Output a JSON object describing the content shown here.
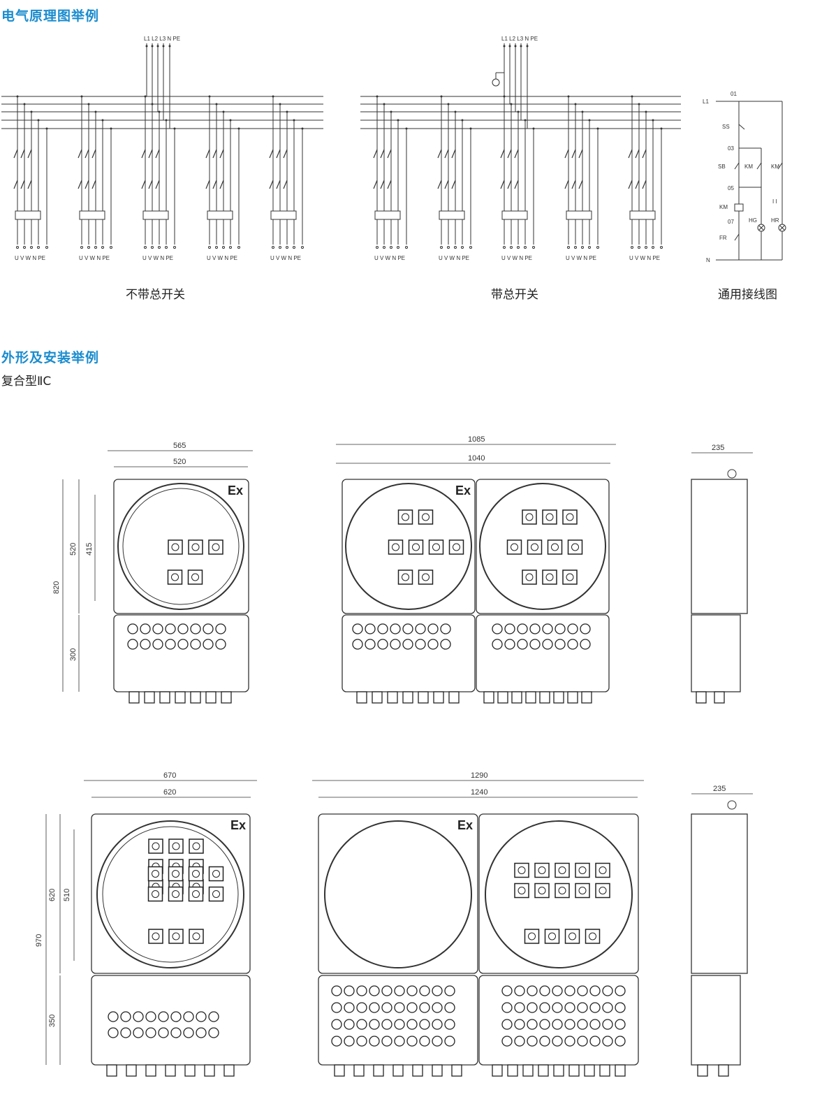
{
  "section1": {
    "title": "电气原理图举例"
  },
  "section2": {
    "title": "外形及安装举例",
    "subtitle": "复合型ⅡC"
  },
  "captions": {
    "left": "不带总开关",
    "middle": "带总开关",
    "right": "通用接线图"
  },
  "bus_label": "L1 L2 L3  N  PE",
  "terminal_label": "U V W N PE",
  "control": {
    "L1": "L1",
    "N": "N",
    "nodes": [
      "01",
      "03",
      "05",
      "07"
    ],
    "SS": "SS",
    "SB": "SB",
    "KM": "KM",
    "KM2": "KM",
    "KM3": "KM",
    "HG": "HG",
    "HR": "HR",
    "FR": "FR",
    "II": "I I"
  },
  "ex_mark": "Ex",
  "dims": {
    "a_w1": "565",
    "a_w2": "520",
    "a_h1": "820",
    "a_h2": "520",
    "a_h3": "415",
    "a_h4": "300",
    "b_w1": "1085",
    "b_w2": "1040",
    "c_w": "235",
    "d_w1": "670",
    "d_w2": "620",
    "d_h1": "970",
    "d_h2": "620",
    "d_h3": "510",
    "d_h4": "350",
    "e_w1": "1290",
    "e_w2": "1240",
    "f_w": "235"
  }
}
